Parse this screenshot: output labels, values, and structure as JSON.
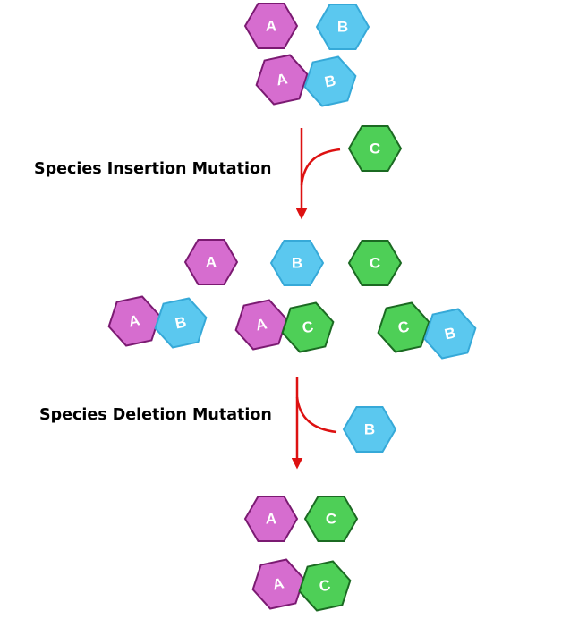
{
  "colors": {
    "A": {
      "fill": "#d66dcf",
      "stroke": "#7b1a72"
    },
    "B": {
      "fill": "#5bc8ef",
      "stroke": "#36a9d8"
    },
    "C": {
      "fill": "#4ecf57",
      "stroke": "#1b6a22"
    },
    "arrow": "#dd1111"
  },
  "species": {
    "a": "A",
    "b": "B",
    "c": "C"
  },
  "mutations": {
    "insertion": {
      "label": "Species Insertion Mutation",
      "species": "C"
    },
    "deletion": {
      "label": "Species Deletion Mutation",
      "species": "B"
    }
  },
  "stages": [
    {
      "singles": [
        "A",
        "B"
      ],
      "complexes": [
        [
          "A",
          "B"
        ]
      ]
    },
    {
      "singles": [
        "A",
        "B",
        "C"
      ],
      "complexes": [
        [
          "A",
          "B"
        ],
        [
          "A",
          "C"
        ],
        [
          "C",
          "B"
        ]
      ]
    },
    {
      "singles": [
        "A",
        "C"
      ],
      "complexes": [
        [
          "A",
          "C"
        ]
      ]
    }
  ]
}
